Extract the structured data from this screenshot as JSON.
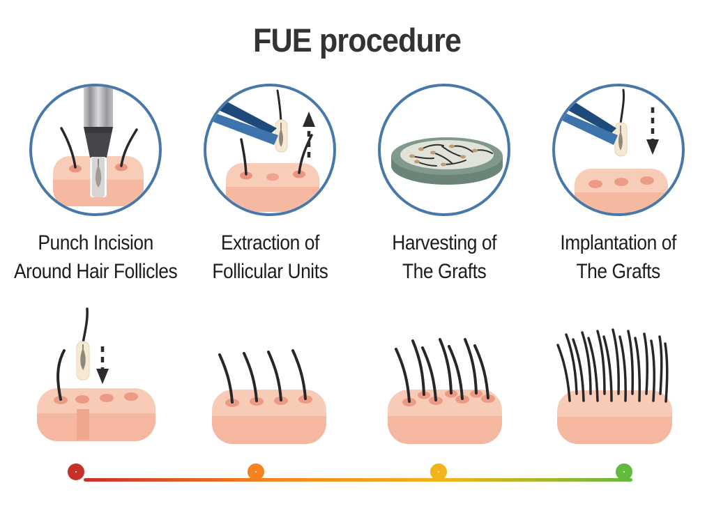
{
  "title": "FUE procedure",
  "steps": [
    {
      "icon": "punch-tool-incision-illustration",
      "label_line1": "Punch Incision",
      "label_line2": "Around Hair Follicles"
    },
    {
      "icon": "tweezers-extraction-up-arrow-illustration",
      "label_line1": "Extraction of",
      "label_line2": "Follicular Units"
    },
    {
      "icon": "petri-dish-grafts-illustration",
      "label_line1": "Harvesting of",
      "label_line2": "The Grafts"
    },
    {
      "icon": "tweezers-implantation-down-arrow-illustration",
      "label_line1": "Implantation of",
      "label_line2": "The Grafts"
    }
  ],
  "progress_stages": [
    {
      "name": "graft-being-implanted-down-arrow",
      "hairs_visible": 1
    },
    {
      "name": "early-growth",
      "hairs_visible": 4
    },
    {
      "name": "mid-growth",
      "hairs_visible": 7
    },
    {
      "name": "full-density-growth",
      "hairs_visible": 15
    }
  ],
  "timeline": {
    "dots": [
      {
        "name": "timeline-dot-stage-1",
        "color": "#c6302a"
      },
      {
        "name": "timeline-dot-stage-2",
        "color": "#f58220"
      },
      {
        "name": "timeline-dot-stage-3",
        "color": "#f2b31b"
      },
      {
        "name": "timeline-dot-stage-4",
        "color": "#62ba3e"
      }
    ],
    "line_gradient_stops": [
      "#c6302a",
      "#f58220",
      "#f2b31b",
      "#62ba3e"
    ]
  },
  "colors": {
    "background": "#ffffff",
    "title_text": "#333333",
    "label_text": "#1c1c1c",
    "circle_border": "#4778a9",
    "skin": "#f5b9a1",
    "skin_top": "#f8cdb8",
    "follicle_dot": "#ec9a83",
    "hair": "#26262b",
    "tweezers_dark": "#1d4a7a",
    "tweezers_light": "#3d74ab",
    "graft_capsule": "#f6e9d3",
    "graft_bulb": "#8f897b",
    "petri_rim": "#81998d",
    "petri_side": "#6a8478",
    "petri_inner": "#dfe3d8",
    "arrow": "#2b2b2b"
  }
}
